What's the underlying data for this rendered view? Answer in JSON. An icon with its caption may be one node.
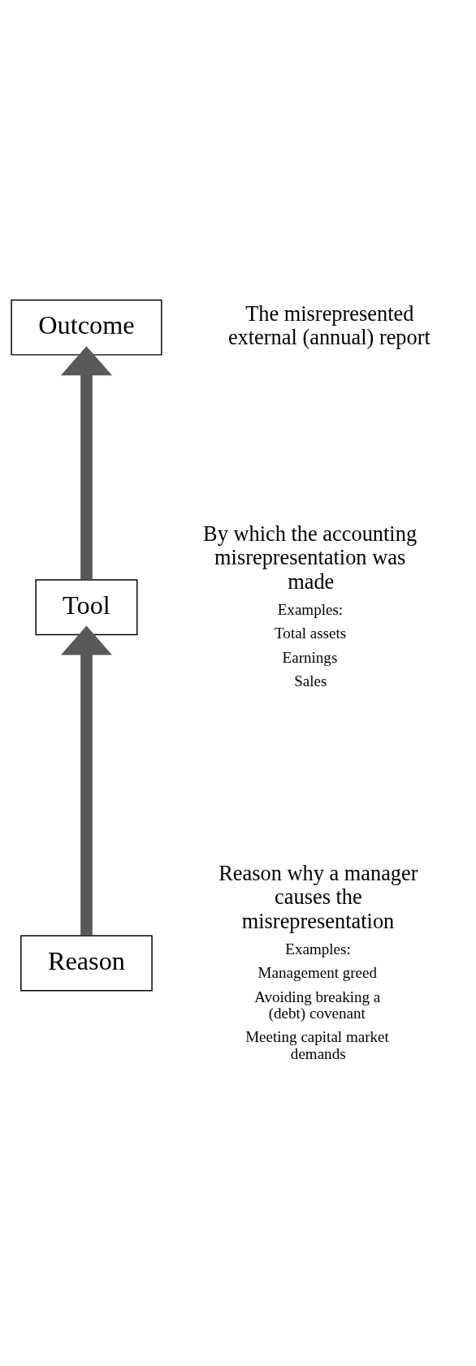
{
  "diagram": {
    "nodes": [
      {
        "text": [
          "Reason"
        ],
        "beside": [
          "Reason why a manager causes the misrepresentation",
          "Examples:",
          "Management greed",
          "Avoiding breaking a (debt) covenant",
          "Meeting capital market demands"
        ]
      },
      {
        "text": [
          "Tool"
        ],
        "beside": [
          "By which the accounting misrepresentation was made",
          "Examples:",
          "Total assets",
          "Earnings",
          "Sales"
        ]
      },
      {
        "text": [
          "Outcome"
        ],
        "beside": [
          "The misrepresented external (annual) report"
        ]
      }
    ],
    "edges": [
      {
        "from": 0,
        "to": 1,
        "arrow": "to"
      },
      {
        "from": 1,
        "to": 2,
        "arrow": "to"
      }
    ]
  }
}
